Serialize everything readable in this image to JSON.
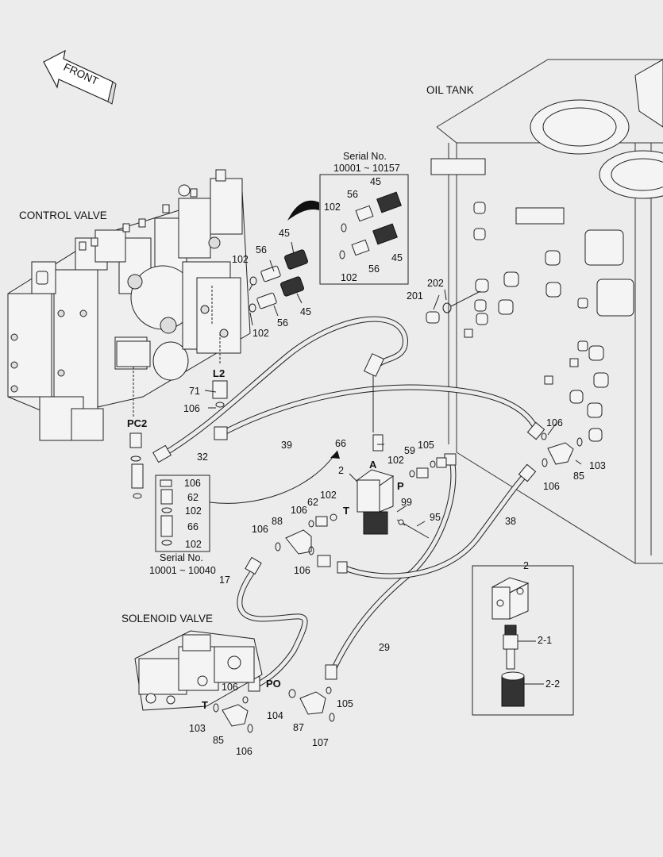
{
  "labels": {
    "front": "FRONT",
    "oil_tank": "OIL TANK",
    "control_valve": "CONTROL VALVE",
    "solenoid_valve": "SOLENOID VALVE",
    "l2": "L2",
    "pc2": "PC2",
    "port_a": "A",
    "port_p": "P",
    "port_t": "T",
    "port_po": "PO",
    "port_t2": "T"
  },
  "serial_boxes": [
    {
      "title": "Serial No.",
      "range": "10001 ~ 10157"
    },
    {
      "title": "Serial No.",
      "range": "10001 ~ 10040"
    }
  ],
  "callouts": {
    "c102a": "102",
    "c56a": "56",
    "c45a": "45",
    "c45b": "45",
    "c102b": "102",
    "c56b": "56",
    "s_102a": "102",
    "s_56a": "56",
    "s_45a": "45",
    "s_45b": "45",
    "s_56b": "56",
    "s_102b": "102",
    "c202": "202",
    "c201": "201",
    "c71": "71",
    "c106a": "106",
    "c32": "32",
    "c39": "39",
    "c66": "66",
    "c59": "59",
    "c105a": "105",
    "c102c": "102",
    "c2": "2",
    "c106b": "106",
    "c103a": "103",
    "c85a": "85",
    "c106c": "106",
    "c99": "99",
    "c95": "95",
    "c62": "62",
    "c102d": "102",
    "c106d": "106",
    "c88": "88",
    "c106e": "106",
    "c106f": "106",
    "c38": "38",
    "c17": "17",
    "c29": "29",
    "b_106": "106",
    "b_62": "62",
    "b_102a": "102",
    "b_66": "66",
    "b_102b": "102",
    "c106g": "106",
    "c103b": "103",
    "c85b": "85",
    "c106h": "106",
    "c104": "104",
    "c87": "87",
    "c107": "107",
    "c105b": "105",
    "d_2": "2",
    "d_21": "2-1",
    "d_22": "2-2"
  }
}
